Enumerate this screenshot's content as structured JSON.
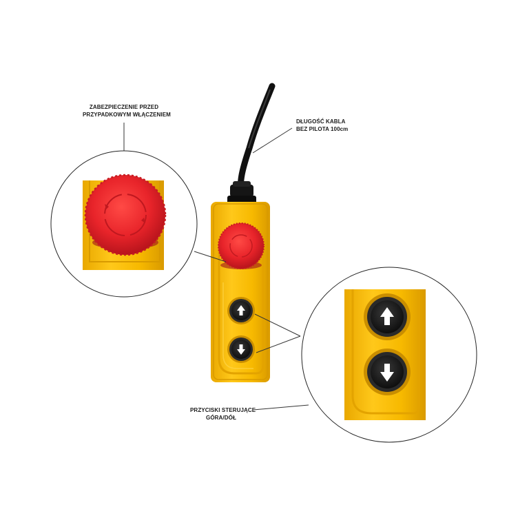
{
  "labels": {
    "safety_line1": "ZABEZPIECZENIE PRZED",
    "safety_line2": "PRZYPADKOWYM WŁĄCZENIEM",
    "cable_line1": "DŁUGOŚĆ KABLA",
    "cable_line2": "BEZ PILOTA 100cm",
    "buttons_line1": "PRZYCISKI STERUJĄCE",
    "buttons_line2": "GÓRA/DÓŁ"
  },
  "colors": {
    "housing_yellow": "#f5b800",
    "emergency_red": "#e8242a",
    "cable_black": "#111111",
    "button_dark": "#1b1b1b"
  },
  "icons": [
    "arrow-up-icon",
    "arrow-down-icon",
    "emergency-stop-rotate-icon"
  ]
}
